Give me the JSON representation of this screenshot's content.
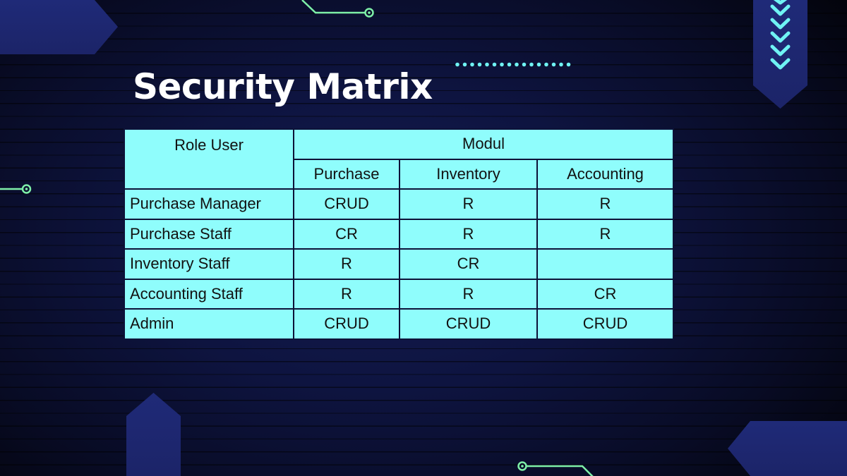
{
  "slide": {
    "title": "Security Matrix",
    "colors": {
      "background": "#0e1440",
      "accent_shape": "#1f2a78",
      "table_fill": "#8ffdfc",
      "table_border": "#0d1238",
      "circuit_line": "#7ef0a8",
      "chevrons": "#6ff3f4",
      "dots": "#6ff3f4",
      "title": "#ffffff"
    },
    "decorations": {
      "chevron_icon_count": 6,
      "dot_count": 14
    }
  },
  "table": {
    "role_header": "Role User",
    "module_header": "Modul",
    "modules": [
      "Purchase",
      "Inventory",
      "Accounting"
    ],
    "rows": [
      {
        "role": "Purchase Manager",
        "cells": [
          "CRUD",
          "R",
          "R"
        ]
      },
      {
        "role": "Purchase Staff",
        "cells": [
          "CR",
          "R",
          "R"
        ]
      },
      {
        "role": "Inventory Staff",
        "cells": [
          "R",
          "CR",
          ""
        ]
      },
      {
        "role": "Accounting Staff",
        "cells": [
          "R",
          "R",
          "CR"
        ]
      },
      {
        "role": "Admin",
        "cells": [
          "CRUD",
          "CRUD",
          "CRUD"
        ]
      }
    ]
  }
}
